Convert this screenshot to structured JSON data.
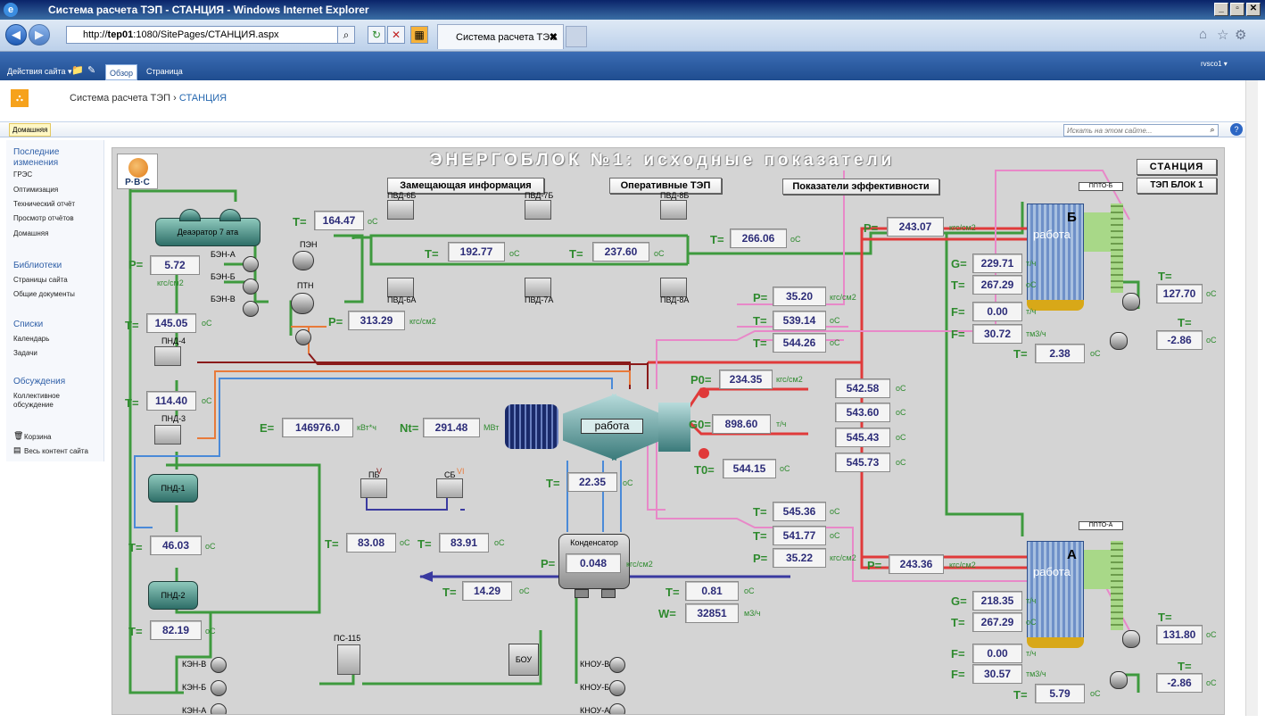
{
  "browser": {
    "window_title": "Система расчета ТЭП - СТАНЦИЯ - Windows Internet Explorer",
    "address_prefix": "http://",
    "address_host": "tep01",
    "address_rest": ":1080/SitePages/СТАНЦИЯ.aspx",
    "tab_title": "Система расчета ТЭ...",
    "tab_close": "✖"
  },
  "sharepoint": {
    "site_actions": "Действия сайта ▾",
    "tab_browse": "Обзор",
    "tab_page": "Страница",
    "user": "rvsco1 ▾",
    "breadcrumb_root": "Система расчета ТЭП",
    "breadcrumb_sep": "›",
    "breadcrumb_current": "СТАНЦИЯ",
    "home_tab": "Домашняя",
    "search_placeholder": "Искать на этом сайте..."
  },
  "leftnav": {
    "sec1": "Последние изменения",
    "sec1_items": [
      "ГРЭС",
      "Оптимизация",
      "Технический отчёт",
      "Просмотр отчётов",
      "Домашняя"
    ],
    "sec2": "Библиотеки",
    "sec2_items": [
      "Страницы сайта",
      "Общие документы"
    ],
    "sec3": "Списки",
    "sec3_items": [
      "Календарь",
      "Задачи"
    ],
    "sec4": "Обсуждения",
    "sec4_item": "Коллективное обсуждение",
    "bin": "Корзина",
    "all": "Весь контент сайта"
  },
  "scheme": {
    "logo": "Р·В·С",
    "title": "ЭНЕРГОБЛОК №1: исходные показатели",
    "btn_info": "Замещающая информация",
    "btn_tep": "Оперативные ТЭП",
    "btn_eff": "Показатели эффективности",
    "btn_station": "СТАНЦИЯ",
    "btn_block": "ТЭП БЛОК 1",
    "labels": {
      "T": "T=",
      "P": "P=",
      "G": "G=",
      "F": "F=",
      "E": "E=",
      "Nt": "Nt=",
      "P0": "P0=",
      "G0": "G0=",
      "T0": "T0=",
      "W": "W="
    },
    "units": {
      "oC": "оС",
      "kgs": "кгс/см2",
      "th": "т/ч",
      "kwh": "кВт*ч",
      "mw": "МВт",
      "tm3h": "тм3/ч",
      "m3h": "м3/ч"
    },
    "equipment": {
      "deaerator": "Деаэратор 7 ата",
      "pen": "ПЭН",
      "ptn": "ПТН",
      "ben_a": "БЭН-А",
      "ben_b": "БЭН-Б",
      "ben_v": "БЭН-В",
      "pnd4": "ПНД-4",
      "pnd3": "ПНД-3",
      "pnd1": "ПНД-1",
      "pnd2": "ПНД-2",
      "pvd6b": "ПВД-6Б",
      "pvd7b": "ПВД-7Б",
      "pvd8b": "ПВД-8Б",
      "pvd6a": "ПВД-6А",
      "pvd7a": "ПВД-7А",
      "pvd8a": "ПВД-8А",
      "turbine": "работа",
      "pb": "ПБ",
      "sb": "СБ",
      "v": "V",
      "vi": "VI",
      "condenser": "Конденсатор",
      "ps115": "ПС-115",
      "bou": "БОУ",
      "ken_v": "КЭН-В",
      "ken_b": "КЭН-Б",
      "ken_a": "КЭН-А",
      "knou_v": "КНОУ-В",
      "knou_b": "КНОУ-Б",
      "knou_a": "КНОУ-А",
      "boiler_b_letter": "Б",
      "boiler_a_letter": "А",
      "boiler_state": "работа",
      "ppto_b": "ППТО-Б",
      "ppto_a": "ППТО-А"
    },
    "values": {
      "t_pvd6b": "164.47",
      "p_deaer": "5.72",
      "t_feed1": "192.77",
      "t_feed2": "237.60",
      "t_feed3": "266.06",
      "p_ptn": "313.29",
      "t_pnd4": "145.05",
      "t_pnd3": "114.40",
      "e": "146976.0",
      "nt": "291.48",
      "p_ext": "35.20",
      "t_ext1": "539.14",
      "t_ext2": "544.26",
      "p0": "234.35",
      "g0": "898.60",
      "t0": "544.15",
      "t_r1": "542.58",
      "t_r2": "543.60",
      "t_r3": "545.43",
      "t_r4": "545.73",
      "t_exh": "22.35",
      "t_pb": "83.08",
      "t_sb": "83.91",
      "p_cond": "0.048",
      "t_cw": "14.29",
      "t_cw_in": "0.81",
      "w": "32851",
      "t_pnd1": "46.03",
      "t_pnd2": "82.19",
      "t_lb1": "545.36",
      "t_lb2": "541.77",
      "p_lb": "35.22",
      "p_bb": "243.07",
      "g_bb": "229.71",
      "t_bb": "267.29",
      "f1_bb": "0.00",
      "f2_bb": "30.72",
      "t_gas_b": "127.70",
      "t_air_b": "-2.86",
      "t_bb_low": "2.38",
      "p_ba": "243.36",
      "g_ba": "218.35",
      "t_ba": "267.29",
      "f1_ba": "0.00",
      "f2_ba": "30.57",
      "t_gas_a": "131.80",
      "t_air_a": "-2.86",
      "t_ba_low": "5.79"
    },
    "colors": {
      "feedwater": "#3e9a3e",
      "steam": "#e03a3a",
      "reheat": "#e888c8",
      "condensate_line": "#4a8ad8",
      "cooling": "#3a3aa0",
      "extraction": "#e87a3a"
    }
  }
}
